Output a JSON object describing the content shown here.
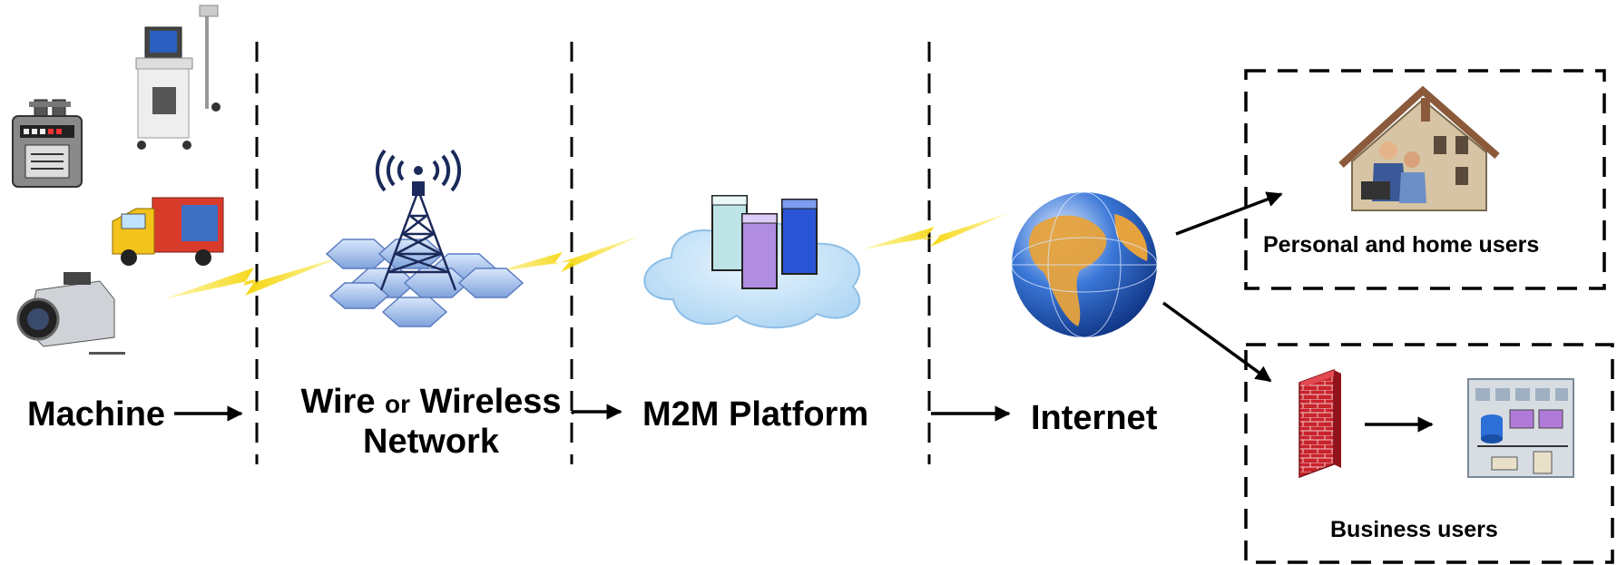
{
  "stages": {
    "machine": "Machine",
    "network_part1": "Wire",
    "network_or": "or",
    "network_part2": "Wireless",
    "network_line2": "Network",
    "platform": "M2M Platform",
    "internet": "Internet"
  },
  "users": {
    "personal": "Personal and home users",
    "business": "Business users"
  },
  "icons": [
    "gas-meter-icon",
    "medical-cart-icon",
    "truck-icon",
    "camcorder-icon",
    "cell-tower-icon",
    "server-cloud-icon",
    "globe-icon",
    "house-icon",
    "firewall-icon",
    "office-building-icon",
    "lightning-link-icon"
  ]
}
